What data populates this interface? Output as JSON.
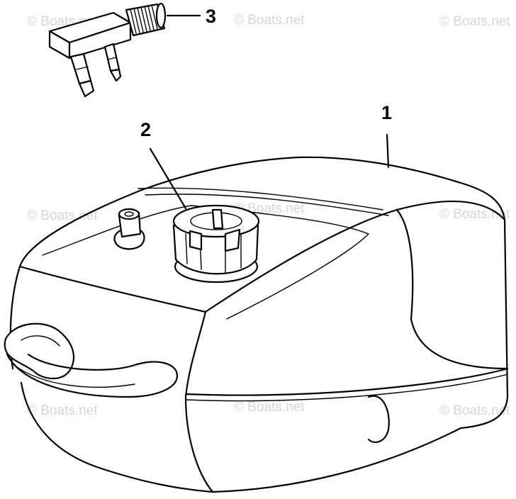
{
  "watermark": {
    "text": "© Boats.net",
    "color": "#d6d6d6"
  },
  "callouts": [
    {
      "id": "1",
      "label": "1",
      "part": "fuel tank"
    },
    {
      "id": "2",
      "label": "2",
      "part": "filler cap"
    },
    {
      "id": "3",
      "label": "3",
      "part": "fuel connector"
    }
  ]
}
